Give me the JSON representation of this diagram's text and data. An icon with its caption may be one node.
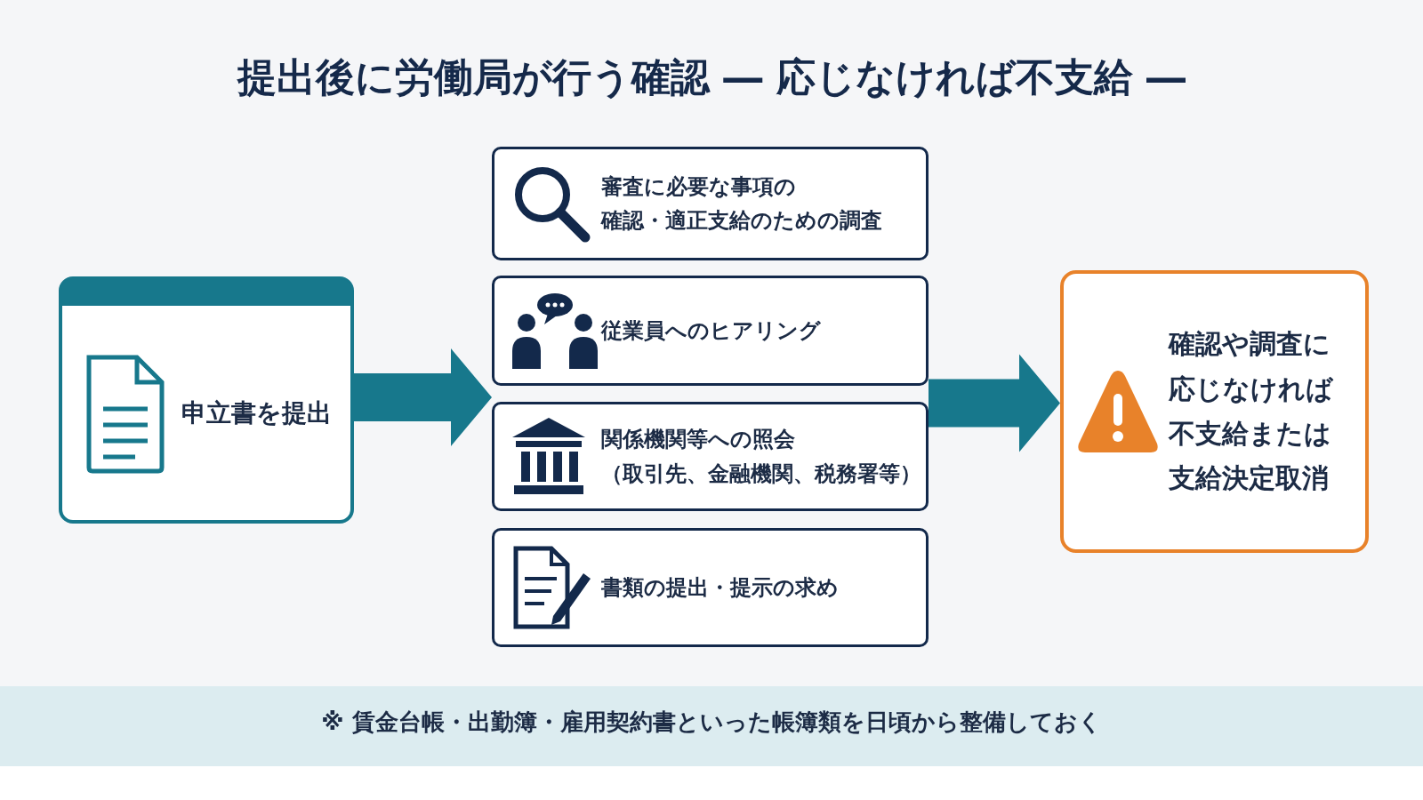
{
  "diagram": {
    "title": "提出後に労働局が行う確認 ― 応じなければ不支給 ―",
    "nodes": [
      {
        "text": [
          "申立書を提出"
        ]
      },
      {
        "text": [
          "審査に必要な事項の",
          "確認・適正支給のための調査"
        ]
      },
      {
        "text": [
          "従業員へのヒアリング"
        ]
      },
      {
        "text": [
          "関係機関等への照会",
          "（取引先、金融機関、税務署等）"
        ]
      },
      {
        "text": [
          "書類の提出・提示の求め"
        ]
      },
      {
        "text": [
          "確認や調査に応じなければ不支給または支給決定取消"
        ]
      }
    ],
    "edges": [
      {
        "from": 0,
        "to": 1,
        "arrow": "to"
      },
      {
        "from": 0,
        "to": 2,
        "arrow": "to"
      },
      {
        "from": 0,
        "to": 3,
        "arrow": "to"
      },
      {
        "from": 0,
        "to": 4,
        "arrow": "to"
      },
      {
        "from": 1,
        "to": 5,
        "arrow": "to"
      },
      {
        "from": 2,
        "to": 5,
        "arrow": "to"
      },
      {
        "from": 3,
        "to": 5,
        "arrow": "to"
      },
      {
        "from": 4,
        "to": 5,
        "arrow": "to"
      }
    ],
    "labels": [
      "※ 賃金台帳・出勤簿・雇用契約書といった帳簿類を日頃から整備しておく"
    ]
  }
}
